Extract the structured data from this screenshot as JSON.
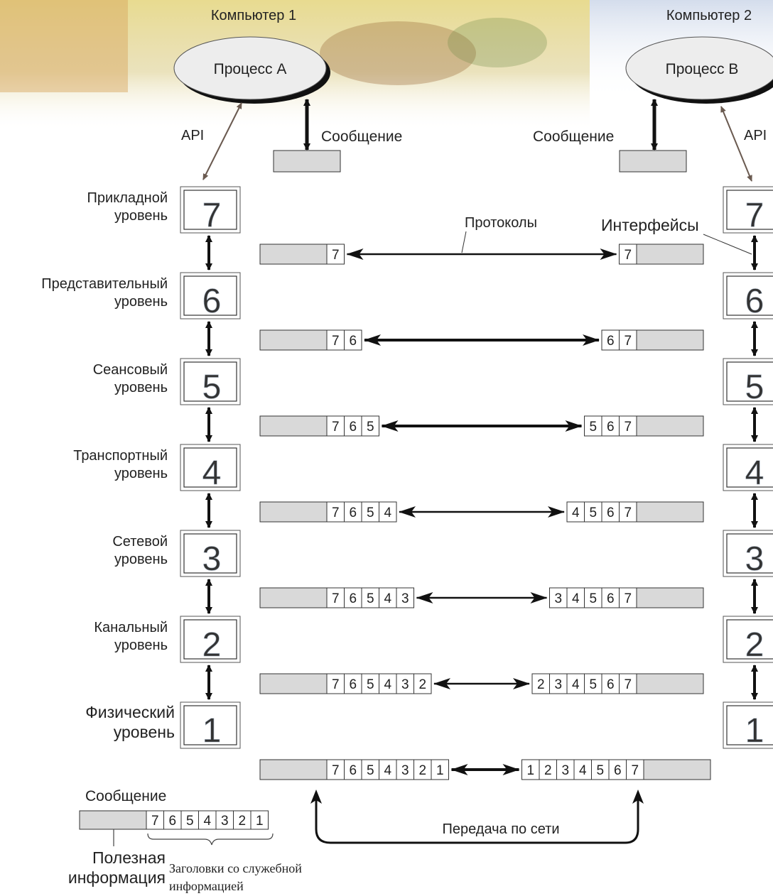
{
  "computers": [
    {
      "title": "Компьютер 1",
      "process": "Процесс А",
      "api": "API",
      "message": "Сообщение"
    },
    {
      "title": "Компьютер 2",
      "process": "Процесс В",
      "api": "API",
      "message": "Сообщение"
    }
  ],
  "layers": [
    {
      "number": "7",
      "name": "Прикладной уровень"
    },
    {
      "number": "6",
      "name": "Представительный уровень"
    },
    {
      "number": "5",
      "name": "Сеансовый уровень"
    },
    {
      "number": "4",
      "name": "Транспортный уровень"
    },
    {
      "number": "3",
      "name": "Сетевой уровень"
    },
    {
      "number": "2",
      "name": "Канальный уровень"
    },
    {
      "number": "1",
      "name": "Физический уровень"
    }
  ],
  "labels": {
    "protocols": "Протоколы",
    "interfaces": "Интерфейсы",
    "network_transfer": "Передача по сети"
  },
  "legend": {
    "title": "Сообщение",
    "headers": [
      "7",
      "6",
      "5",
      "4",
      "3",
      "2",
      "1"
    ],
    "payload_label": "Полезная информация",
    "headers_label": "Заголовки со служебной информацией"
  },
  "colors": {
    "payload": "#d9d9d9",
    "border": "#333333",
    "ellipse": "#ededed",
    "shadow": "#111111",
    "background_tint": "#e8dd8f"
  }
}
